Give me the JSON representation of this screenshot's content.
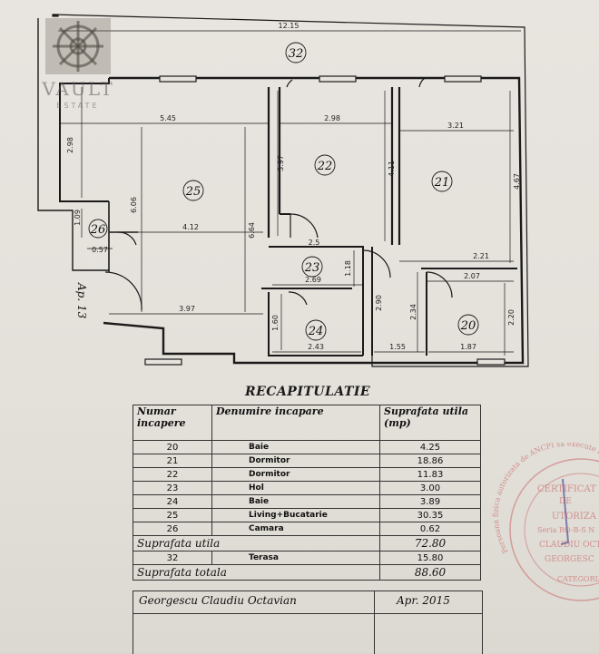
{
  "brand": {
    "name": "VAULT",
    "tagline": "ESTATE"
  },
  "plan": {
    "rooms": [
      {
        "num": "32"
      },
      {
        "num": "25"
      },
      {
        "num": "22"
      },
      {
        "num": "21"
      },
      {
        "num": "26"
      },
      {
        "num": "23"
      },
      {
        "num": "24"
      },
      {
        "num": "20"
      }
    ],
    "apartment_label": "Ap. 13",
    "dimensions": [
      "12.15",
      "5.45",
      "2.98",
      "3.21",
      "2.98",
      "3.97",
      "4.11",
      "4.67",
      "6.06",
      "1.09",
      "4.12",
      "6.64",
      "2.5",
      "2.21",
      "0.57",
      "1.18",
      "2.07",
      "2.69",
      "2.90",
      "2.34",
      "2.20",
      "3.97",
      "1.60",
      "2.43",
      "1.55",
      "1.87"
    ]
  },
  "recap": {
    "title": "RECAPITULATIE",
    "headers": {
      "numar": "Numar incapere",
      "denumire": "Denumire incapare",
      "suprafata": "Suprafata utila (mp)"
    },
    "rows": [
      {
        "num": "20",
        "name": "Baie",
        "area": "4.25"
      },
      {
        "num": "21",
        "name": "Dormitor",
        "area": "18.86"
      },
      {
        "num": "22",
        "name": "Dormitor",
        "area": "11.83"
      },
      {
        "num": "23",
        "name": "Hol",
        "area": "3.00"
      },
      {
        "num": "24",
        "name": "Baie",
        "area": "3.89"
      },
      {
        "num": "25",
        "name": "Living+Bucatarie",
        "area": "30.35"
      },
      {
        "num": "26",
        "name": "Camara",
        "area": "0.62"
      }
    ],
    "useful_label": "Suprafata utila",
    "useful_value": "72.80",
    "terrace": {
      "num": "32",
      "name": "Terasa",
      "area": "15.80"
    },
    "total_label": "Suprafata totala",
    "total_value": "88.60",
    "author": "Georgescu Claudiu Octavian",
    "date": "Apr. 2015"
  },
  "stamp": {
    "lines": [
      "CERTIFICAT",
      "DE",
      "UTORIZA",
      "Seria RO-B-S N",
      "CLAUDIU OCTA",
      "GEORGESC",
      "CATEGORIA"
    ],
    "arc_text": "Persoana fizica autorizata de ANCPI sa execute lucr"
  },
  "colors": {
    "ink": "#1a1a1a",
    "stamp": "#c45050",
    "paper": "#e6e2dc"
  }
}
